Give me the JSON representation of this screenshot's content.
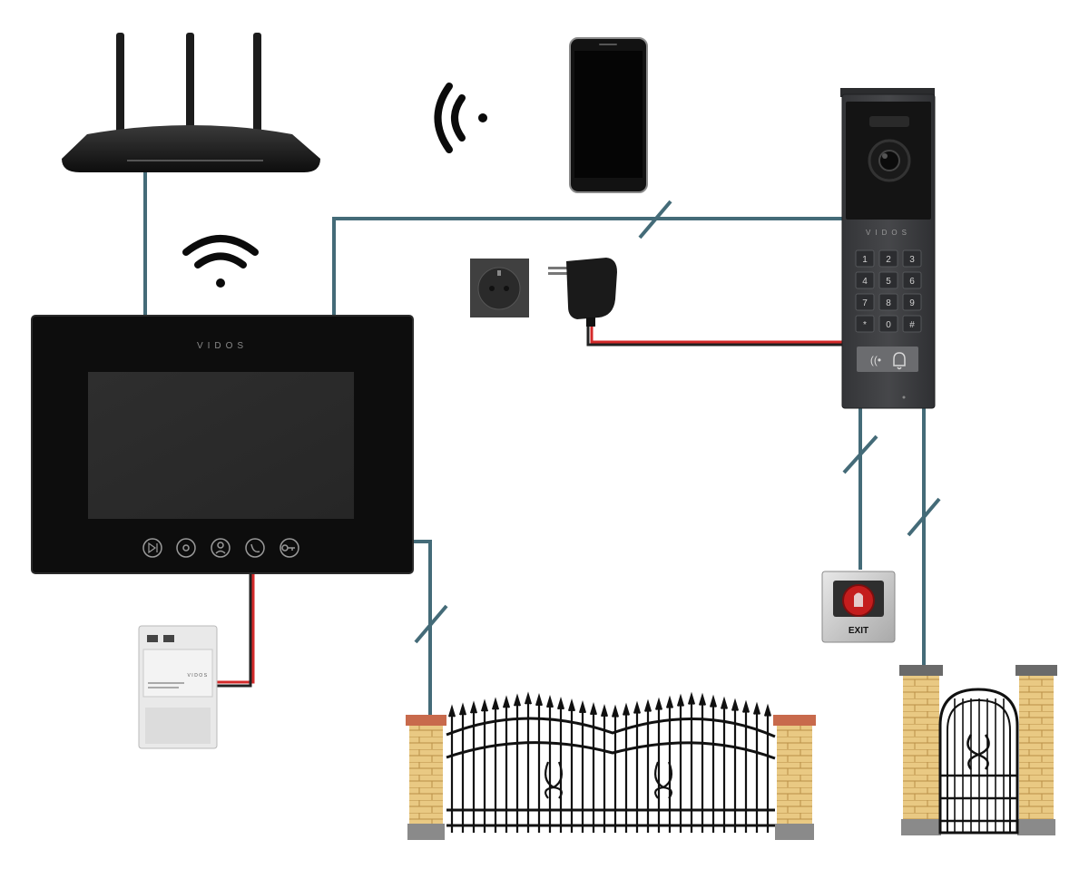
{
  "brand": {
    "monitor": "VIDOS",
    "door_station": "VIDOS",
    "power_supply": "VIDOS"
  },
  "exit_button": {
    "label": "EXIT"
  },
  "keypad": {
    "keys": [
      "1",
      "2",
      "3",
      "4",
      "5",
      "6",
      "7",
      "8",
      "9",
      "*",
      "0",
      "#"
    ]
  },
  "monitor_buttons": [
    "play-pause",
    "record",
    "intercom",
    "talk",
    "unlock"
  ],
  "colors": {
    "bus_wire": "#446b78",
    "power_wire_red": "#d42a2a",
    "device_dark": "#141414",
    "panel_gray": "#3a3b3d",
    "brick": "#e7c57d",
    "brick_cap": "#c86a4c"
  }
}
